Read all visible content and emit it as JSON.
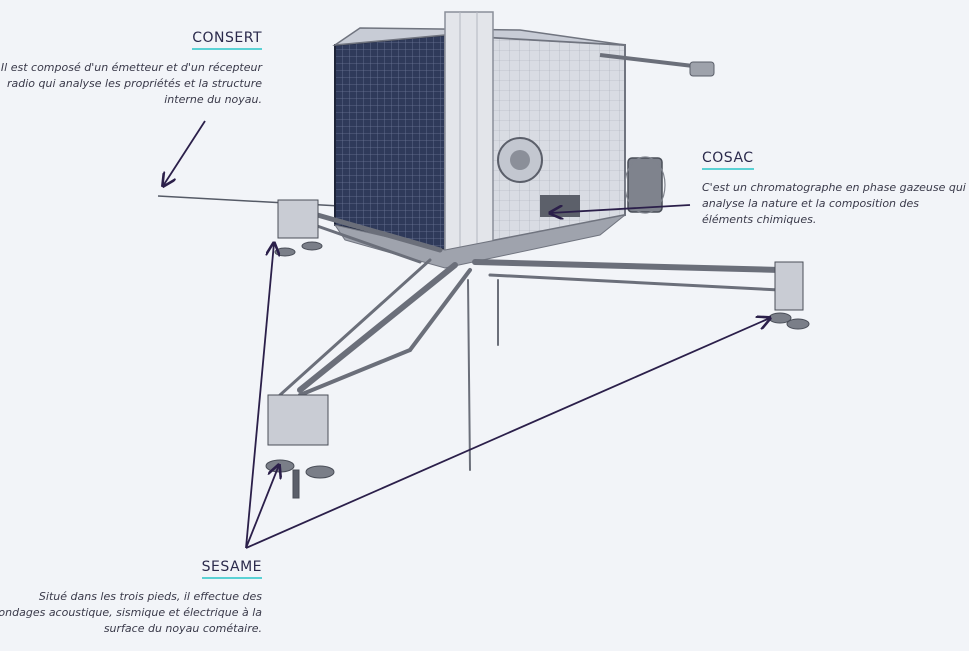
{
  "labels": {
    "consert": {
      "title": "CONSERT",
      "description": "Il est composé d'un émetteur et d'un récepteur radio qui analyse les propriétés et la structure interne du noyau."
    },
    "cosac": {
      "title": "COSAC",
      "description": "C'est un chromatographe en phase gazeuse qui analyse la nature et la composition des éléments chimiques."
    },
    "sesame": {
      "title": "SESAME",
      "description": "Situé dans les trois pieds, il effectue des sondages acoustique, sismique et électrique à la surface du noyau cométaire."
    }
  },
  "colors": {
    "background": "#f2f4f8",
    "title_underline": "#5ad1d4",
    "arrow": "#2b1f4a",
    "panel_dark": "#2f3a5a",
    "frame": "#8a8e99"
  }
}
